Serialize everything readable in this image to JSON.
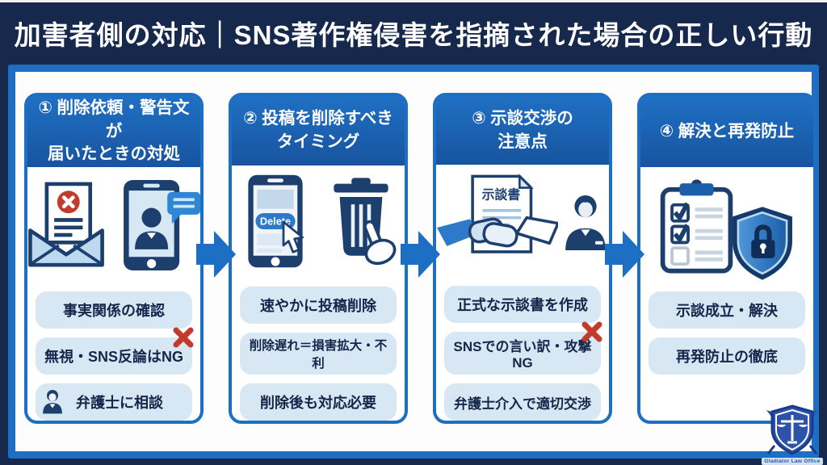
{
  "header": {
    "title": "加害者側の対応｜SNS著作権侵害を指摘された場合の正しい行動"
  },
  "steps": [
    {
      "title": "① 削除依頼・警告文が\n届いたときの対処",
      "items": [
        {
          "text": "事実関係の確認"
        },
        {
          "text": "無視・SNS反論はNG",
          "ng": true
        },
        {
          "text": "弁護士に相談",
          "person": true
        }
      ]
    },
    {
      "title": "② 投稿を削除すべき\nタイミング",
      "items": [
        {
          "text": "速やかに投稿削除"
        },
        {
          "text": "削除遅れ＝損害拡大・不利"
        },
        {
          "text": "削除後も対応必要"
        }
      ]
    },
    {
      "title": "③ 示談交渉の\n注意点",
      "items": [
        {
          "text": "正式な示談書を作成"
        },
        {
          "text": "SNSでの言い訳・攻撃NG",
          "ng": true
        },
        {
          "text": "弁護士介入で適切交渉"
        }
      ]
    },
    {
      "title": "④ 解決と再発防止",
      "items": [
        {
          "text": "示談成立・解決"
        },
        {
          "text": "再発防止の徹底"
        }
      ]
    }
  ],
  "icons": {
    "delete_button_label": "Delete",
    "agreement_doc_title": "示談書"
  },
  "logo": {
    "caption": "Gladiator Law Office"
  },
  "colors": {
    "navy_background": "#16294d",
    "frame_blue": "#1d6fc4",
    "card_header_blue": "#1b62b5",
    "pill_background": "#d8e7f4",
    "text_navy": "#14264a",
    "ng_red": "#c23b2c"
  }
}
